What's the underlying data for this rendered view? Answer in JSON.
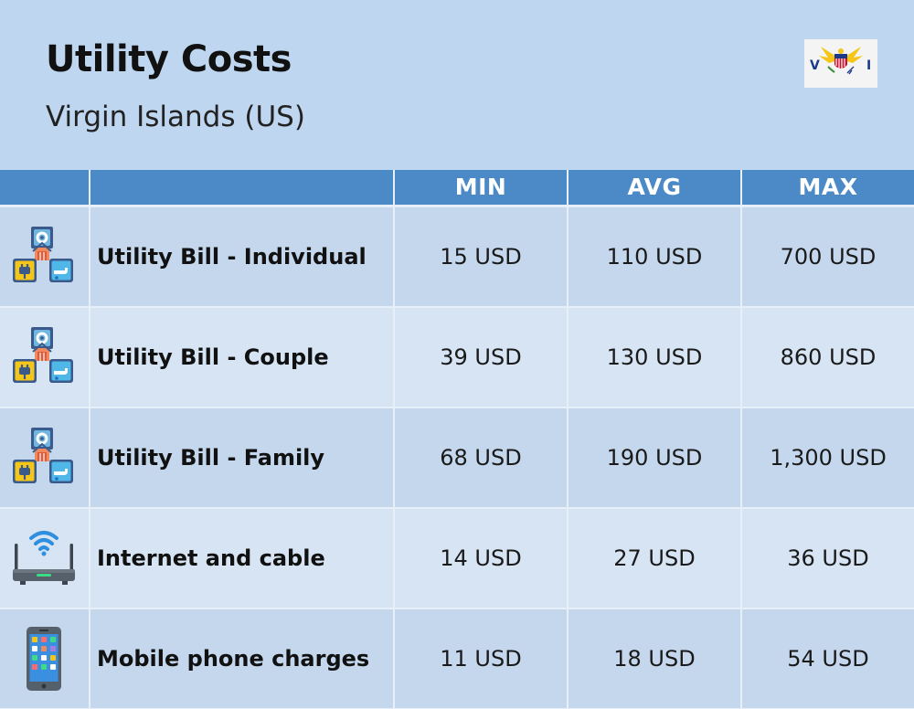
{
  "header": {
    "title": "Utility Costs",
    "subtitle": "Virgin Islands (US)",
    "flag_icon": "us-virgin-islands-flag-icon"
  },
  "table": {
    "columns": [
      "",
      "",
      "MIN",
      "AVG",
      "MAX"
    ],
    "rows": [
      {
        "icon": "utilities-icon",
        "label": "Utility Bill - Individual",
        "min": "15 USD",
        "avg": "110 USD",
        "max": "700 USD"
      },
      {
        "icon": "utilities-icon",
        "label": "Utility Bill - Couple",
        "min": "39 USD",
        "avg": "130 USD",
        "max": "860 USD"
      },
      {
        "icon": "utilities-icon",
        "label": "Utility Bill - Family",
        "min": "68 USD",
        "avg": "190 USD",
        "max": "1,300 USD"
      },
      {
        "icon": "wifi-router-icon",
        "label": "Internet and cable",
        "min": "14 USD",
        "avg": "27 USD",
        "max": "36 USD"
      },
      {
        "icon": "mobile-phone-icon",
        "label": "Mobile phone charges",
        "min": "11 USD",
        "avg": "18 USD",
        "max": "54 USD"
      }
    ]
  },
  "colors": {
    "background": "#bed6ef",
    "header_row": "#4b8ac6",
    "row_odd": "#c4d7ed",
    "row_even": "#d6e4f3"
  }
}
